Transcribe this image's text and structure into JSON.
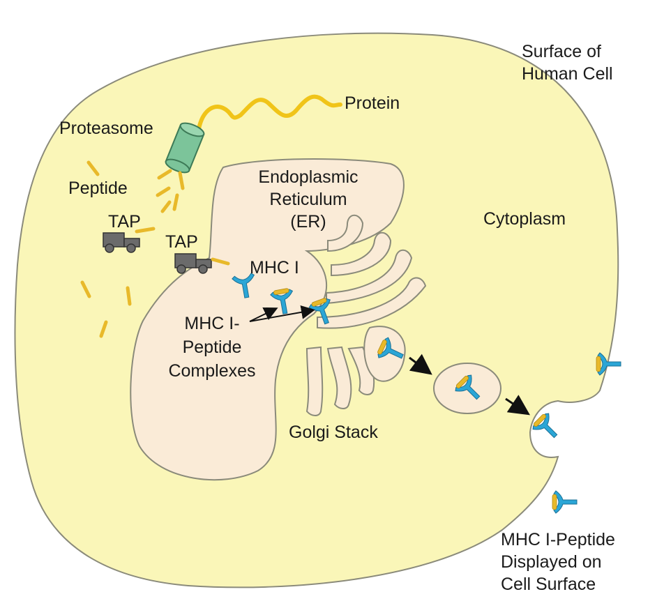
{
  "labels": {
    "surface_of_cell": [
      "Surface of",
      "Human Cell"
    ],
    "protein": "Protein",
    "proteasome": "Proteasome",
    "peptide": "Peptide",
    "tap_1": "TAP",
    "tap_2": "TAP",
    "er": [
      "Endoplasmic",
      "Reticulum",
      "(ER)"
    ],
    "cytoplasm": "Cytoplasm",
    "mhc_i": "MHC I",
    "mhc_complexes": [
      "MHC I-",
      "Peptide",
      "Complexes"
    ],
    "golgi": "Golgi Stack",
    "displayed": [
      "MHC I-Peptide",
      "Displayed on",
      "Cell Surface"
    ]
  },
  "colors": {
    "cytoplasm_fill": "#faf6b8",
    "er_fill": "#faebd7",
    "membrane": "#8a8a7a",
    "peptide": "#e8b92a",
    "proteasome": "#7cc49a",
    "mhc": "#2ba6d6",
    "tap": "#6b6b6b"
  }
}
